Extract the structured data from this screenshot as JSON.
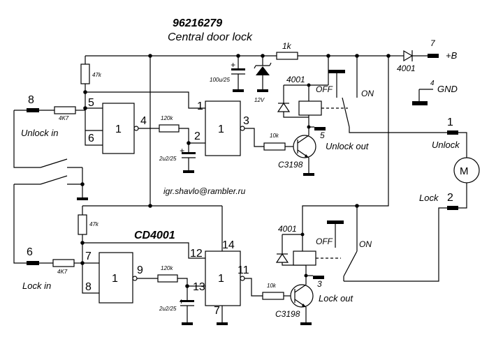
{
  "title": "96216279",
  "subtitle": "Central door lock",
  "ic_name": "CD4001",
  "email": "igr.shavlo@rambler.ru",
  "gate_label": "1",
  "pins": {
    "g1_in5": "5",
    "g1_in6": "6",
    "g1_out4": "4",
    "g2_in1": "1",
    "g2_in2": "2",
    "g2_out3": "3",
    "g3_in7": "7",
    "g3_in8": "8",
    "g3_out9": "9",
    "g4_in12": "12",
    "g4_in13": "13",
    "g4_out11": "11",
    "vdd14": "14",
    "gnd7": "7"
  },
  "connectors": {
    "unlock_in_num": "8",
    "unlock_in": "Unlock in",
    "lock_in_num": "6",
    "lock_in": "Lock in",
    "plus_b_num": "7",
    "plus_b": "+B",
    "gnd_num": "4",
    "gnd": "GND",
    "unlock_num": "1",
    "unlock": "Unlock",
    "lock_num": "2",
    "lock": "Lock",
    "unlock_out_num": "5",
    "unlock_out": "Unlock out",
    "lock_out_num": "3",
    "lock_out": "Lock out"
  },
  "components": {
    "r_pullup": "47k",
    "r_in": "4K7",
    "r_delay": "120k",
    "c_delay": "2u2/25",
    "r_base": "10k",
    "transistor": "C3198",
    "r_supply": "1k",
    "cap_supply": "100u/25",
    "zener": "12V",
    "diode": "4001",
    "relay_off": "OFF",
    "relay_on": "ON",
    "plus": "+"
  }
}
